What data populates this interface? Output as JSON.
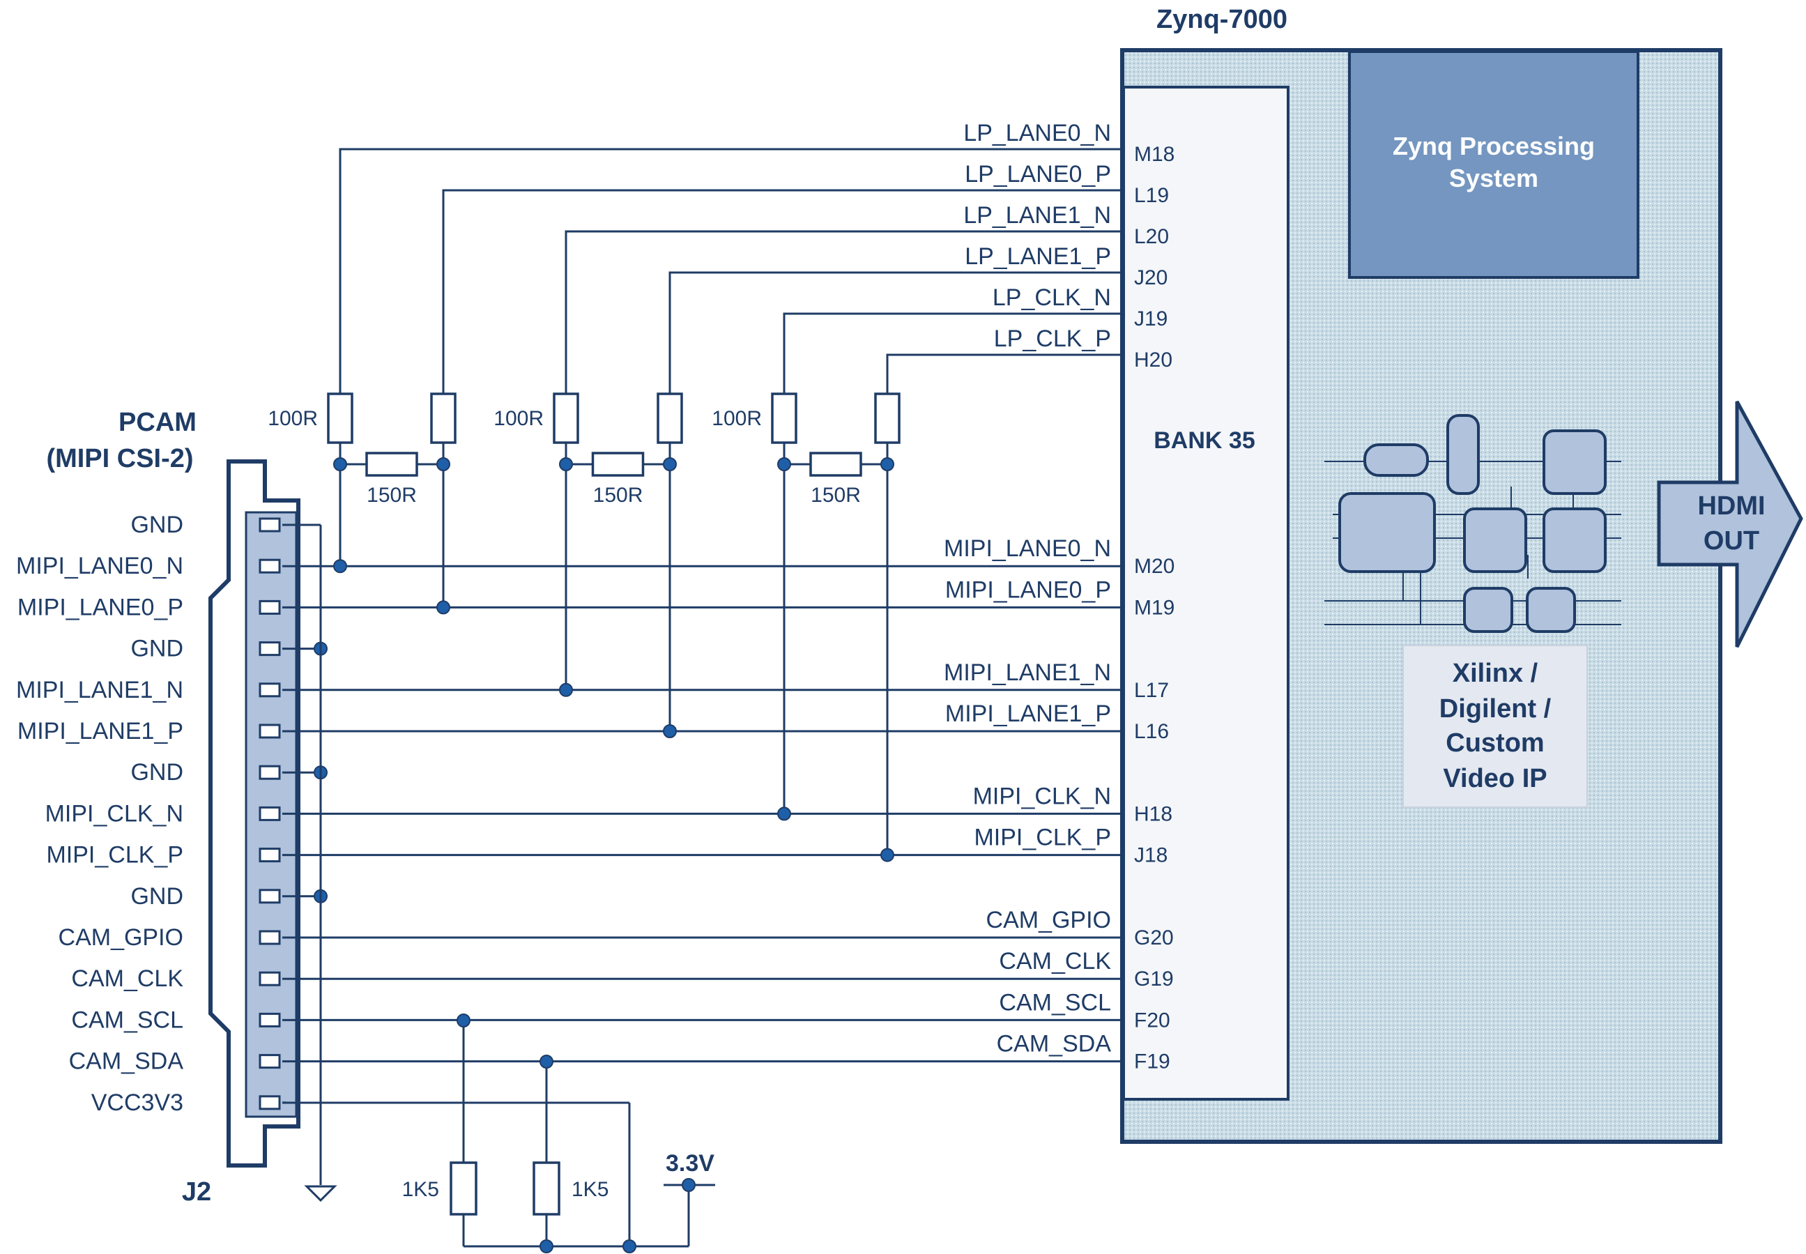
{
  "chip": {
    "title": "Zynq-7000",
    "bank": "BANK 35"
  },
  "ps_block": {
    "line1": "Zynq Processing",
    "line2": "System"
  },
  "ip_block": {
    "lines": [
      "Xilinx /",
      "Digilent /",
      "Custom",
      "Video IP"
    ]
  },
  "hdmi": {
    "line1": "HDMI",
    "line2": "OUT"
  },
  "connector": {
    "title1": "PCAM",
    "title2": "(MIPI CSI-2)",
    "ref": "J2"
  },
  "j2_pins": [
    "GND",
    "MIPI_LANE0_N",
    "MIPI_LANE0_P",
    "GND",
    "MIPI_LANE1_N",
    "MIPI_LANE1_P",
    "GND",
    "MIPI_CLK_N",
    "MIPI_CLK_P",
    "GND",
    "CAM_GPIO",
    "CAM_CLK",
    "CAM_SCL",
    "CAM_SDA",
    "VCC3V3"
  ],
  "lp_nets": [
    {
      "net": "LP_LANE0_N",
      "pin": "M18"
    },
    {
      "net": "LP_LANE0_P",
      "pin": "L19"
    },
    {
      "net": "LP_LANE1_N",
      "pin": "L20"
    },
    {
      "net": "LP_LANE1_P",
      "pin": "J20"
    },
    {
      "net": "LP_CLK_N",
      "pin": "J19"
    },
    {
      "net": "LP_CLK_P",
      "pin": "H20"
    }
  ],
  "j2_nets": [
    {
      "net": "MIPI_LANE0_N",
      "pin": "M20"
    },
    {
      "net": "MIPI_LANE0_P",
      "pin": "M19"
    },
    {
      "net": "MIPI_LANE1_N",
      "pin": "L17"
    },
    {
      "net": "MIPI_LANE1_P",
      "pin": "L16"
    },
    {
      "net": "MIPI_CLK_N",
      "pin": "H18"
    },
    {
      "net": "MIPI_CLK_P",
      "pin": "J18"
    },
    {
      "net": "CAM_GPIO",
      "pin": "G20"
    },
    {
      "net": "CAM_CLK",
      "pin": "G19"
    },
    {
      "net": "CAM_SCL",
      "pin": "F20"
    },
    {
      "net": "CAM_SDA",
      "pin": "F19"
    }
  ],
  "resistors": {
    "series": "100R",
    "term": "150R",
    "pullup": "1K5"
  },
  "supply": "3.3V",
  "colors": {
    "ink": "#1f3c66",
    "chip_fill": "#cfe0e8",
    "ps_fill": "#7496c0",
    "block_fill": "#b0c2dc",
    "ip_fill": "#e4e8f0"
  }
}
